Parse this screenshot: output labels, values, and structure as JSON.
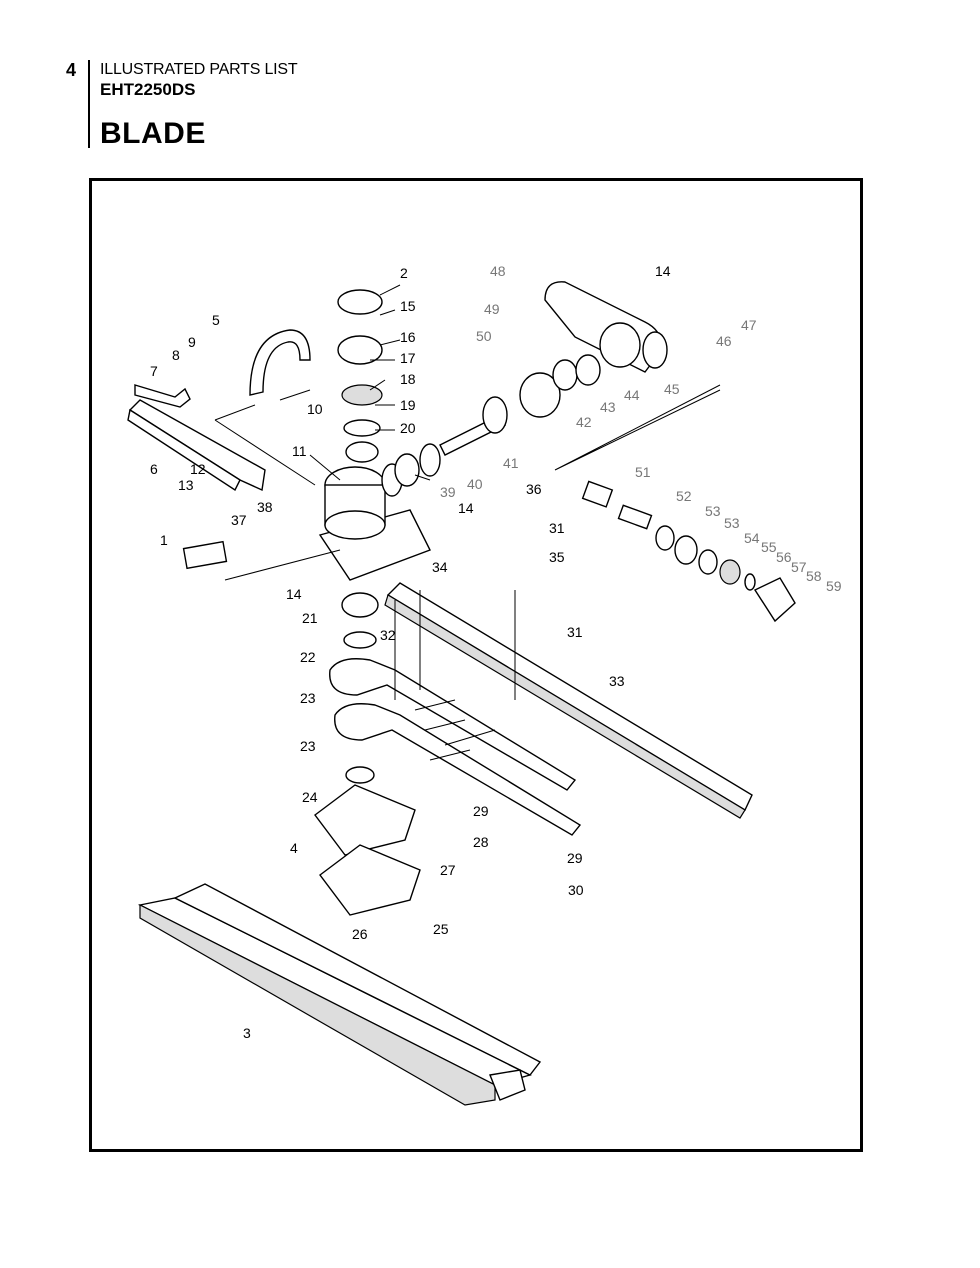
{
  "header": {
    "page_number": "4",
    "subtitle": "ILLUSTRATED PARTS LIST",
    "model": "EHT2250DS",
    "section_title": "BLADE"
  },
  "callouts": [
    {
      "id": "1",
      "color": "black"
    },
    {
      "id": "2",
      "color": "black"
    },
    {
      "id": "3",
      "color": "black"
    },
    {
      "id": "4",
      "color": "black"
    },
    {
      "id": "5",
      "color": "black"
    },
    {
      "id": "6",
      "color": "black"
    },
    {
      "id": "7",
      "color": "black"
    },
    {
      "id": "8",
      "color": "black"
    },
    {
      "id": "9",
      "color": "black"
    },
    {
      "id": "10",
      "color": "black"
    },
    {
      "id": "11",
      "color": "black"
    },
    {
      "id": "12",
      "color": "black"
    },
    {
      "id": "13",
      "color": "black"
    },
    {
      "id": "14",
      "color": "black"
    },
    {
      "id": "14",
      "color": "black"
    },
    {
      "id": "14",
      "color": "black"
    },
    {
      "id": "15",
      "color": "black"
    },
    {
      "id": "16",
      "color": "black"
    },
    {
      "id": "17",
      "color": "black"
    },
    {
      "id": "18",
      "color": "black"
    },
    {
      "id": "19",
      "color": "black"
    },
    {
      "id": "20",
      "color": "black"
    },
    {
      "id": "21",
      "color": "black"
    },
    {
      "id": "22",
      "color": "black"
    },
    {
      "id": "23",
      "color": "black"
    },
    {
      "id": "23",
      "color": "black"
    },
    {
      "id": "24",
      "color": "black"
    },
    {
      "id": "25",
      "color": "black"
    },
    {
      "id": "26",
      "color": "black"
    },
    {
      "id": "27",
      "color": "black"
    },
    {
      "id": "28",
      "color": "black"
    },
    {
      "id": "29",
      "color": "black"
    },
    {
      "id": "29",
      "color": "black"
    },
    {
      "id": "30",
      "color": "black"
    },
    {
      "id": "31",
      "color": "black"
    },
    {
      "id": "31",
      "color": "black"
    },
    {
      "id": "32",
      "color": "black"
    },
    {
      "id": "33",
      "color": "black"
    },
    {
      "id": "34",
      "color": "black"
    },
    {
      "id": "35",
      "color": "black"
    },
    {
      "id": "36",
      "color": "black"
    },
    {
      "id": "37",
      "color": "black"
    },
    {
      "id": "38",
      "color": "black"
    },
    {
      "id": "39",
      "color": "gray"
    },
    {
      "id": "40",
      "color": "gray"
    },
    {
      "id": "41",
      "color": "gray"
    },
    {
      "id": "42",
      "color": "gray"
    },
    {
      "id": "43",
      "color": "gray"
    },
    {
      "id": "44",
      "color": "gray"
    },
    {
      "id": "45",
      "color": "gray"
    },
    {
      "id": "46",
      "color": "gray"
    },
    {
      "id": "47",
      "color": "gray"
    },
    {
      "id": "48",
      "color": "gray"
    },
    {
      "id": "49",
      "color": "gray"
    },
    {
      "id": "50",
      "color": "gray"
    },
    {
      "id": "51",
      "color": "gray"
    },
    {
      "id": "52",
      "color": "gray"
    },
    {
      "id": "53",
      "color": "gray"
    },
    {
      "id": "53",
      "color": "gray"
    },
    {
      "id": "54",
      "color": "gray"
    },
    {
      "id": "55",
      "color": "gray"
    },
    {
      "id": "56",
      "color": "gray"
    },
    {
      "id": "57",
      "color": "gray"
    },
    {
      "id": "58",
      "color": "gray"
    },
    {
      "id": "59",
      "color": "gray"
    }
  ]
}
